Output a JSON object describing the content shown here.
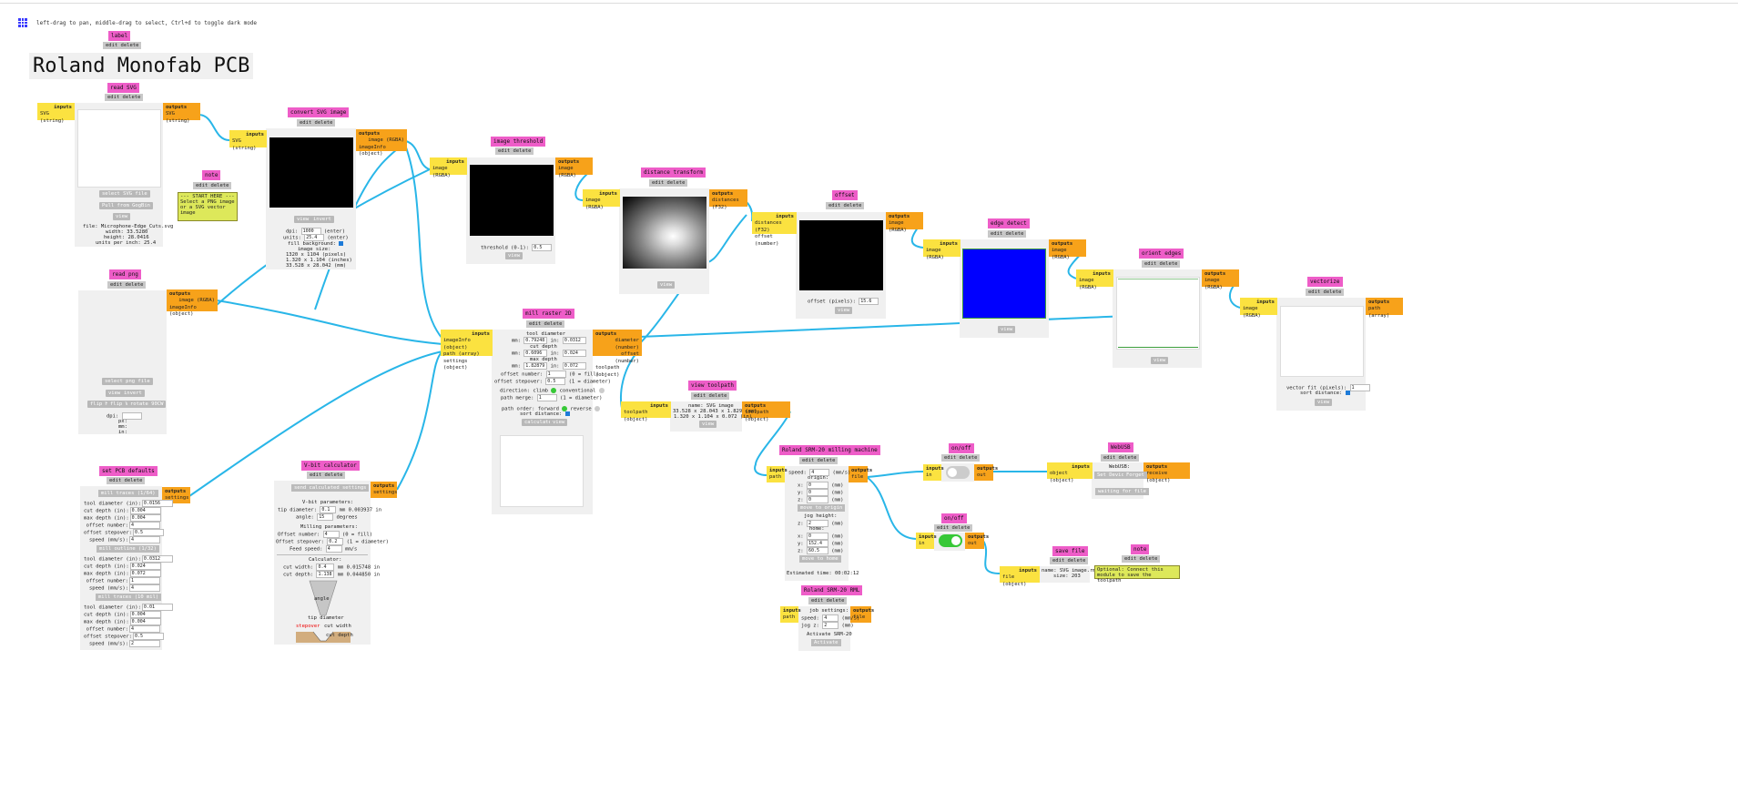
{
  "header": {
    "hint": "left-drag to pan, middle-drag to select, Ctrl+d to toggle dark mode",
    "menu_icon": "grid-icon"
  },
  "common": {
    "edit_delete": "edit delete",
    "inputs": "inputs",
    "outputs": "outputs",
    "view": "view",
    "invert": "invert"
  },
  "label_mod": {
    "title": "label",
    "text": "Roland Monofab PCB"
  },
  "read_svg": {
    "title": "read SVG",
    "in_port": "SVG (string)",
    "out_port": "SVG (string)",
    "btn_select": "select SVG file",
    "btn_pull": "Pull from GogBin",
    "file": "file: Microphone-Edge_Cuts.svg",
    "width": "width: 33.5280",
    "height": "height: 28.0416",
    "units": "units per inch: 25.4"
  },
  "note1": {
    "title": "note",
    "text": "--- START HERE ---\nSelect a PNG image or a SVG vector image"
  },
  "convert_svg": {
    "title": "convert SVG image",
    "in_port": "SVG (string)",
    "out_port1": "image (RGBA)",
    "out_port2": "imageInfo (object)",
    "dpi_label": "dpi:",
    "dpi_value": "1000",
    "dpi_unit": "(enter)",
    "units_label": "units:",
    "units_value": "25.4",
    "units_unit": "(enter)",
    "fill_bg": "fill background:",
    "size_label": "image size:",
    "size_px": "1320 x 1104 (pixels)",
    "size_in": "1.320 x 1.104 (inches)",
    "size_mm": "33.528 x 28.042 (mm)"
  },
  "image_threshold": {
    "title": "image threshold",
    "in_port": "image (RGBA)",
    "out_port": "image (RGBA)",
    "thr_label": "threshold (0-1):",
    "thr_value": "0.5"
  },
  "distance_transform": {
    "title": "distance transform",
    "in_port": "image (RGBA)",
    "out_port": "distances (F32)"
  },
  "offset_mod": {
    "title": "offset",
    "in_port1": "distances (F32)",
    "in_port2": "offset (number)",
    "out_port": "image (RGBA)",
    "off_label": "offset (pixels):",
    "off_value": "15.6"
  },
  "edge_detect": {
    "title": "edge detect",
    "in_port": "image (RGBA)",
    "out_port": "image (RGBA)"
  },
  "orient_edges": {
    "title": "orient edges",
    "in_port": "image (RGBA)",
    "out_port": "image (RGBA)"
  },
  "vectorize": {
    "title": "vectorize",
    "in_port": "image (RGBA)",
    "out_port": "path (array)",
    "vfit_label": "vector fit (pixels):",
    "vfit_value": "1",
    "sort_label": "sort distance:"
  },
  "read_png": {
    "title": "read png",
    "out_port1": "image (RGBA)",
    "out_port2": "imageInfo (object)",
    "btn_select": "select png file",
    "flip_h": "flip H",
    "flip_v": "flip V",
    "rotate": "rotate 90CW",
    "dpi": "dpi:",
    "px": "px:",
    "mm": "mm:",
    "in": "in:"
  },
  "mill_raster": {
    "title": "mill raster 2D",
    "in_port1": "imageInfo (object)",
    "in_port2": "path (array)",
    "in_port3": "settings (object)",
    "out_port1": "diameter (number)",
    "out_port2": "offset (number)",
    "out_port3": "toolpath (object)",
    "tool_dia": "tool diameter",
    "mm": "mm:",
    "in": "in:",
    "td_mm": "0.79248",
    "td_in": "0.0312",
    "cut_depth": "cut depth",
    "cd_mm": "0.6096",
    "cd_in": "0.024",
    "max_depth": "max depth",
    "md_mm": "1.82879",
    "md_in": "0.072",
    "offset_num": "offset number:",
    "offset_num_value": "1",
    "offset_num_hint": "(0 = fill)",
    "stepover": "offset stepover:",
    "stepover_value": "0.5",
    "stepover_hint": "(1 = diameter)",
    "direction": "direction: climb",
    "conventional": "conventional",
    "path_merge": "path merge:",
    "path_merge_value": "1",
    "path_merge_hint": "(1 = diameter)",
    "path_order": "path order: forward",
    "reverse": "reverse",
    "sort_distance": "sort distance:",
    "calculate": "calculate"
  },
  "pcb_defaults": {
    "title": "set PCB defaults",
    "out_port": "settings",
    "sec1": "mill traces (1/64)",
    "sec2": "mill outline (1/32)",
    "sec3": "mill traces (10 mil)",
    "rows1": [
      [
        "tool diameter (in):",
        "0.0156"
      ],
      [
        "cut depth (in):",
        "0.004"
      ],
      [
        "max depth (in):",
        "0.004"
      ],
      [
        "offset number:",
        "4"
      ],
      [
        "offset stepover:",
        "0.5"
      ],
      [
        "speed (mm/s):",
        "4"
      ]
    ],
    "rows2": [
      [
        "tool diameter (in):",
        "0.0312"
      ],
      [
        "cut depth (in):",
        "0.024"
      ],
      [
        "max depth (in):",
        "0.072"
      ],
      [
        "offset number:",
        "1"
      ],
      [
        "speed (mm/s):",
        "4"
      ]
    ],
    "rows3": [
      [
        "tool diameter (in):",
        "0.01"
      ],
      [
        "cut depth (in):",
        "0.004"
      ],
      [
        "max depth (in):",
        "0.004"
      ],
      [
        "offset number:",
        "4"
      ],
      [
        "offset stepover:",
        "0.5"
      ],
      [
        "speed (mm/s):",
        "2"
      ]
    ]
  },
  "vbit": {
    "title": "V-bit calculator",
    "out_port": "settings",
    "send": "send calculated settings",
    "vparams": "V-bit parameters:",
    "tip_label": "tip diameter:",
    "tip_value": "0.1",
    "tip_unit": "mm 0.003937 in",
    "angle_label": "angle:",
    "angle_value": "15",
    "angle_unit": "degrees",
    "milling": "Milling parameters:",
    "offnum_label": "Offset number:",
    "offnum_value": "4",
    "offnum_hint": "(0 = fill)",
    "step_label": "Offset stepover:",
    "step_value": "0.2",
    "step_hint": "(1 = diameter)",
    "feed_label": "Feed speed:",
    "feed_value": "4",
    "feed_unit": "mm/s",
    "calculator": "Calculator:",
    "cw_label": "cut width:",
    "cw_value": "0.4",
    "cw_unit": "mm 0.015748 in",
    "cdp_label": "cut depth:",
    "cdp_value": "1.138",
    "cdp_unit": "mm 0.044850 in",
    "diagram_angle": "angle",
    "diagram_tip": "tip diameter",
    "diagram_stepover": "stepover",
    "diagram_cutwidth": "cut width",
    "diagram_cutdepth": "cut depth"
  },
  "view_toolpath": {
    "title": "view toolpath",
    "in_port": "toolpath (object)",
    "out_port": "toolpath (object)",
    "name": "name: SVG image",
    "size_mm": "33.528 x 28.043 x 1.829 (mm)",
    "size_in": "1.320 x 1.104 x 0.072 (in)"
  },
  "srm20": {
    "title": "Roland SRM-20 milling machine",
    "in_port": "path",
    "out_port": "file",
    "speed_label": "speed:",
    "speed_value": "4",
    "speed_unit": "(mm/s)",
    "origin": "origin:",
    "x": "x:",
    "y": "y:",
    "z": "z:",
    "x_val": "0",
    "y_val": "0",
    "z_val": "0",
    "mm": "(mm)",
    "move_origin": "move to origin",
    "jog": "jog height:",
    "jog_val": "2",
    "home": "home:",
    "hx": "0",
    "hy": "152.4",
    "hz": "60.5",
    "move_home": "move to home",
    "estimated": "Estimated time: 00:02:12"
  },
  "srm20_rml": {
    "title": "Roland SRM-20 RML",
    "in_port": "path",
    "out_port": "file",
    "job": "job settings:",
    "speed_label": "speed:",
    "speed_value": "4",
    "speed_unit": "(mm/s)",
    "jog_label": "jog z:",
    "jog_value": "2",
    "jog_unit": "(mm)",
    "activate_label": "Activate SRM-20",
    "activate_btn": "Activate"
  },
  "onoff1": {
    "title": "on/off",
    "in_port": "in",
    "out_port": "out",
    "state": "off"
  },
  "onoff2": {
    "title": "on/off",
    "in_port": "in",
    "out_port": "out",
    "state": "on"
  },
  "webusb": {
    "title": "WebUSB",
    "in_port": "object (object)",
    "out_port": "receive (object)",
    "label": "WebUSB:",
    "set_device": "Set Device",
    "forget": "Forget",
    "waiting": "waiting for file"
  },
  "save_file": {
    "title": "save file",
    "in_port": "file (object)",
    "name": "name: SVG image.rml",
    "size": "size: 203"
  },
  "note2": {
    "title": "note",
    "text": "Optional: Connect this module to save the toolpath"
  },
  "colors": {
    "title": "#ee5dc8",
    "input": "#fbe240",
    "output": "#f7a21a",
    "wire": "#29b6e8",
    "edge_canvas": "#0000ff"
  }
}
